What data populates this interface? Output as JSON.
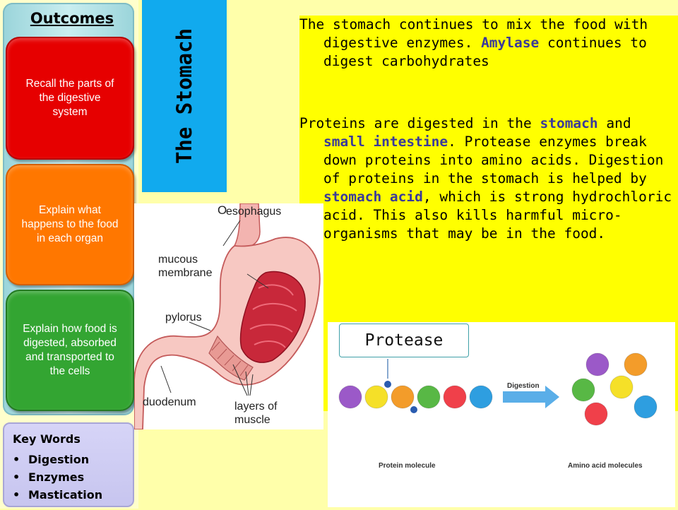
{
  "slide": {
    "title": "The Stomach"
  },
  "outcomes": {
    "title": "Outcomes",
    "items": [
      {
        "text": "Recall the parts of the digestive system",
        "color": "#e60000"
      },
      {
        "text": "Explain what happens to the food in each organ",
        "color": "#ff7700"
      },
      {
        "text": "Explain how food is digested, absorbed and transported to the cells",
        "color": "#33a532"
      }
    ]
  },
  "keywords": {
    "title": "Key Words",
    "items": [
      "Digestion",
      "Enzymes",
      "Mastication"
    ]
  },
  "body": {
    "para1": {
      "before": "The stomach continues to mix the food with digestive enzymes. ",
      "kw1": "Amylase",
      "after": " continues to digest carbohydrates"
    },
    "para2": {
      "p1": "Proteins are digested in the ",
      "kw1": "stomach",
      "p2": " and ",
      "kw2": "small intestine",
      "p3": ". Protease enzymes break down proteins into amino acids. Digestion of proteins in the stomach is helped by ",
      "kw3": "stomach acid",
      "p4": ", which is strong hydrochloric acid. This also kills harmful micro-organisms that may be in the food."
    }
  },
  "diagram": {
    "labels": {
      "marker": "O",
      "esophagus": "esophagus",
      "mucous": "mucous\nmembrane",
      "pylorus": "pylorus",
      "duodenum": "duodenum",
      "layers": "layers of\nmuscle"
    }
  },
  "protease": {
    "label": "Protease",
    "arrow_label": "Digestion",
    "left_caption": "Protein molecule",
    "right_caption": "Amino acid molecules",
    "chain_colors": [
      "#9b59c8",
      "#f5e028",
      "#f39c2a",
      "#58b845",
      "#f0404a",
      "#2e9ee0"
    ],
    "free_colors": [
      "#9b59c8",
      "#f39c2a",
      "#58b845",
      "#f5e028",
      "#f0404a",
      "#2e9ee0"
    ]
  }
}
